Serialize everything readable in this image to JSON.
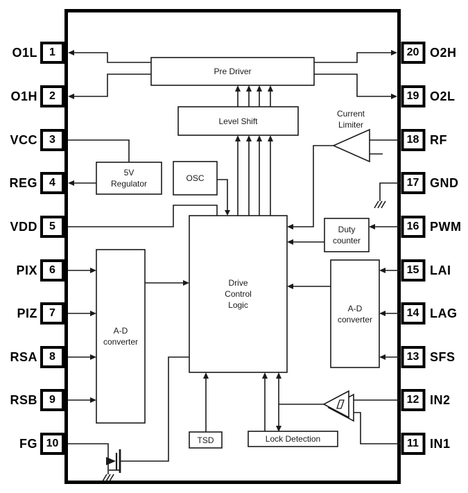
{
  "pins_left": [
    {
      "num": "1",
      "label": "O1L"
    },
    {
      "num": "2",
      "label": "O1H"
    },
    {
      "num": "3",
      "label": "VCC"
    },
    {
      "num": "4",
      "label": "REG"
    },
    {
      "num": "5",
      "label": "VDD"
    },
    {
      "num": "6",
      "label": "PIX"
    },
    {
      "num": "7",
      "label": "PIZ"
    },
    {
      "num": "8",
      "label": "RSA"
    },
    {
      "num": "9",
      "label": "RSB"
    },
    {
      "num": "10",
      "label": "FG"
    }
  ],
  "pins_right": [
    {
      "num": "20",
      "label": "O2H"
    },
    {
      "num": "19",
      "label": "O2L"
    },
    {
      "num": "18",
      "label": "RF"
    },
    {
      "num": "17",
      "label": "GND"
    },
    {
      "num": "16",
      "label": "PWM"
    },
    {
      "num": "15",
      "label": "LAI"
    },
    {
      "num": "14",
      "label": "LAG"
    },
    {
      "num": "13",
      "label": "SFS"
    },
    {
      "num": "12",
      "label": "IN2"
    },
    {
      "num": "11",
      "label": "IN1"
    }
  ],
  "blocks": {
    "pre_driver": "Pre Driver",
    "level_shift": "Level Shift",
    "osc": "OSC",
    "regulator": [
      "5V",
      "Regulator"
    ],
    "current_limiter": [
      "Current",
      "Limiter"
    ],
    "duty_counter": [
      "Duty",
      "counter"
    ],
    "drive_control_logic": [
      "Drive",
      "Control",
      "Logic"
    ],
    "adc_left": [
      "A-D",
      "converter"
    ],
    "adc_right": [
      "A-D",
      "converter"
    ],
    "tsd": "TSD",
    "lock_detection": "Lock Detection"
  },
  "colors": {
    "line": "#1a1a1a",
    "border": "#000000",
    "background": "#ffffff"
  }
}
